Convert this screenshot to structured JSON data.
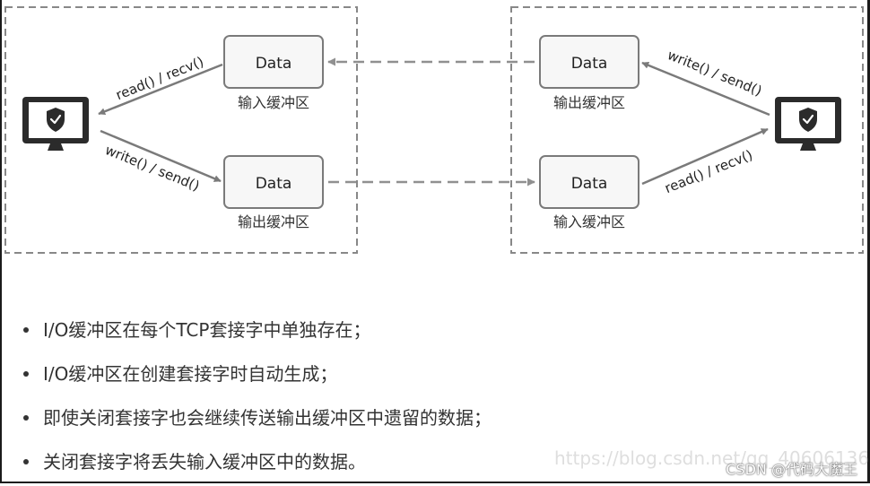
{
  "diagram": {
    "left_panel": {
      "input_buffer": {
        "box_label": "Data",
        "caption": "输入缓冲区"
      },
      "output_buffer": {
        "box_label": "Data",
        "caption": "输出缓冲区"
      },
      "arrow_read_label": "read() / recv()",
      "arrow_write_label": "write() / send()"
    },
    "right_panel": {
      "output_buffer": {
        "box_label": "Data",
        "caption": "输出缓冲区"
      },
      "input_buffer": {
        "box_label": "Data",
        "caption": "输入缓冲区"
      },
      "arrow_write_label": "write() / send()",
      "arrow_read_label": "read() / recv()"
    },
    "left_computer_icon": "shield-computer-icon",
    "right_computer_icon": "shield-computer-icon"
  },
  "notes": [
    "I/O缓冲区在每个TCP套接字中单独存在；",
    "I/O缓冲区在创建套接字时自动生成；",
    "即使关闭套接字也会继续传送输出缓冲区中遗留的数据；",
    "关闭套接字将丢失输入缓冲区中的数据。"
  ],
  "watermark": {
    "faint": "https://blog.csdn.net/qq_40606136",
    "label": "CSDN @代码大魔王"
  }
}
